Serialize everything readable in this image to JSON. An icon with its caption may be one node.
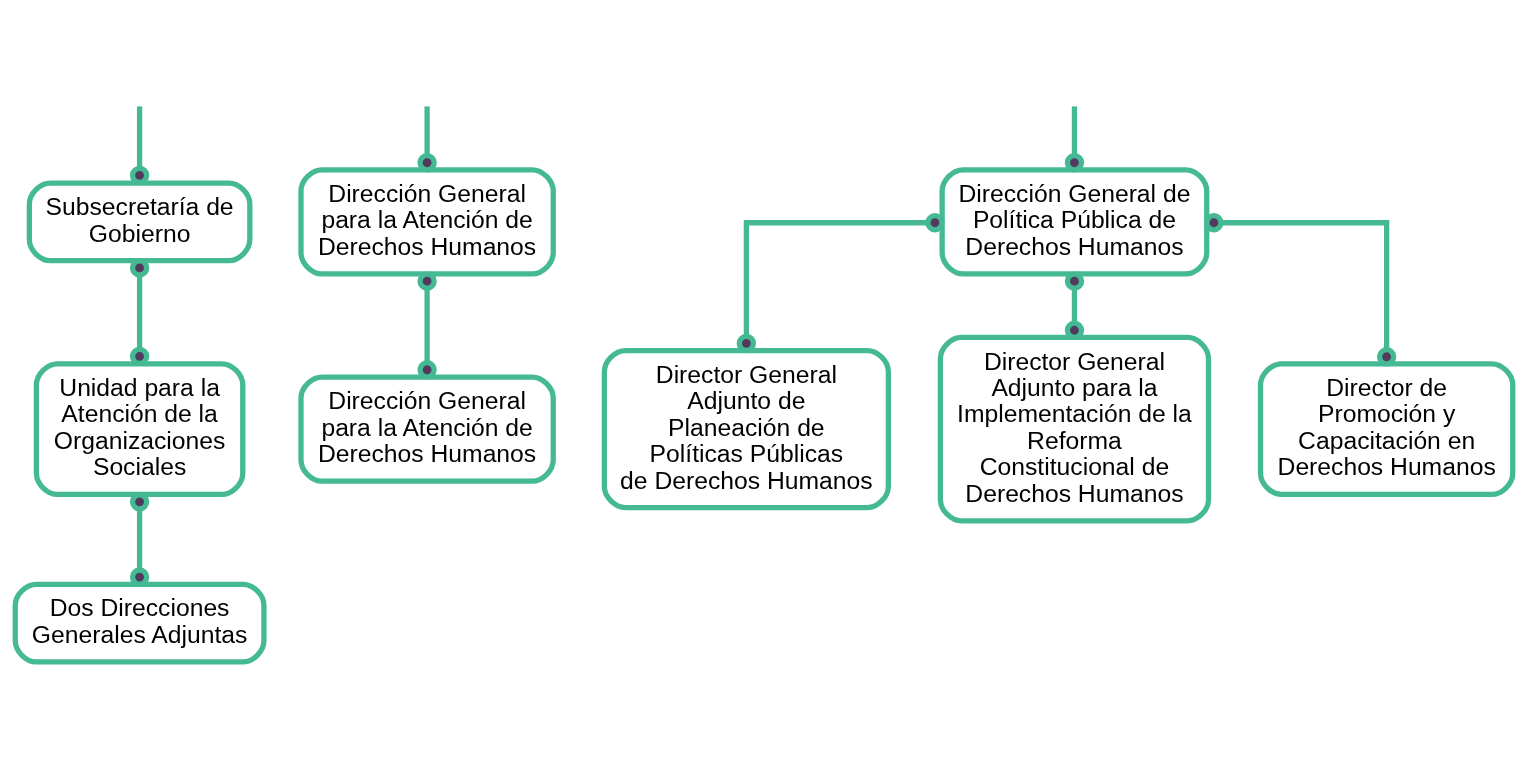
{
  "diagram": {
    "nodes": [
      {
        "text": [
          "Subsecretaría de Gobierno"
        ]
      },
      {
        "text": [
          "Unidad para la Atención de la Organizaciones Sociales"
        ]
      },
      {
        "text": [
          "Dos Direcciones Generales Adjuntas"
        ]
      },
      {
        "text": [
          "Dirección General para la Atención de Derechos Humanos"
        ]
      },
      {
        "text": [
          "Dirección General de Política Pública de Derechos Humanos"
        ]
      },
      {
        "text": [
          "Dirección General para la Atención de Derechos Humanos"
        ]
      },
      {
        "text": [
          "Director General Adjunto de Planeación de Políticas Públicas de Derechos Humanos"
        ]
      },
      {
        "text": [
          "Director General Adjunto para la Implementación de la Reforma Constitucional de Derechos Humanos"
        ]
      },
      {
        "text": [
          "Director de Promoción y Capacitación en Derechos Humanos"
        ]
      }
    ],
    "edges": [
      {
        "from": null,
        "to": 0,
        "arrow": "other"
      },
      {
        "from": 0,
        "to": 1,
        "arrow": "other"
      },
      {
        "from": 1,
        "to": 2,
        "arrow": "other"
      },
      {
        "from": null,
        "to": 3,
        "arrow": "other"
      },
      {
        "from": null,
        "to": 4,
        "arrow": "other"
      },
      {
        "from": 3,
        "to": 5,
        "arrow": "other"
      },
      {
        "from": 4,
        "to": 6,
        "arrow": "other"
      },
      {
        "from": 4,
        "to": 7,
        "arrow": "other"
      },
      {
        "from": 4,
        "to": 8,
        "arrow": "other"
      }
    ]
  }
}
